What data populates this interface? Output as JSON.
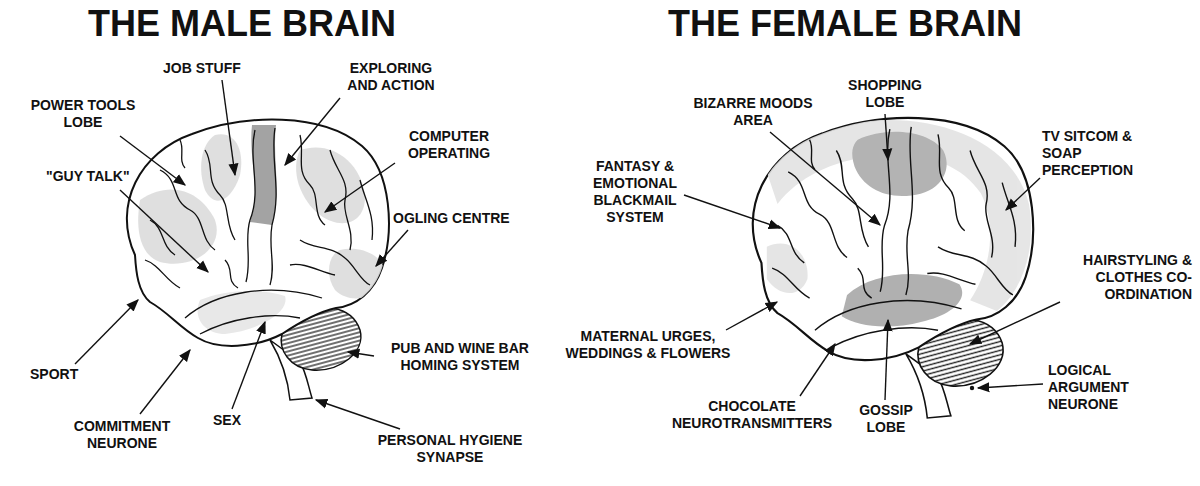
{
  "diagram": {
    "labels": [
      "THE MALE BRAIN",
      "THE FEMALE BRAIN",
      "JOB STUFF",
      "EXPLORING AND ACTION",
      "POWER TOOLS LOBE",
      "COMPUTER OPERATING",
      "\"GUY TALK\"",
      "OGLING CENTRE",
      "SPORT",
      "PUB AND WINE BAR HOMING SYSTEM",
      "COMMITMENT NEURONE",
      "SEX",
      "PERSONAL HYGIENE SYNAPSE",
      "SHOPPING LOBE",
      "BIZARRE MOODS AREA",
      "FANTASY & EMOTIONAL BLACKMAIL SYSTEM",
      "TV SITCOM & SOAP PERCEPTION",
      "HAIRSTYLING & CLOTHES CO-ORDINATION",
      "MATERNAL URGES, WEDDINGS & FLOWERS",
      "LOGICAL ARGUMENT NEURONE",
      "CHOCOLATE NEUROTRANSMITTERS",
      "GOSSIP LOBE"
    ]
  }
}
